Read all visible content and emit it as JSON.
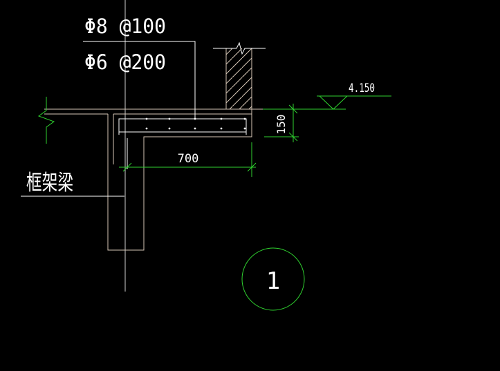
{
  "drawing": {
    "rebar_main": "Φ8 @100",
    "rebar_dist": "Φ6 @200",
    "elevation": "4.150",
    "dim_thickness": "150",
    "dim_length": "700",
    "beam_label": "框架梁",
    "detail_number": "1"
  },
  "colors": {
    "background": "#000000",
    "outline": "#d9c9b8",
    "text": "#ffffff",
    "dimension": "#2fd22f",
    "rebar": "#ffffff"
  }
}
